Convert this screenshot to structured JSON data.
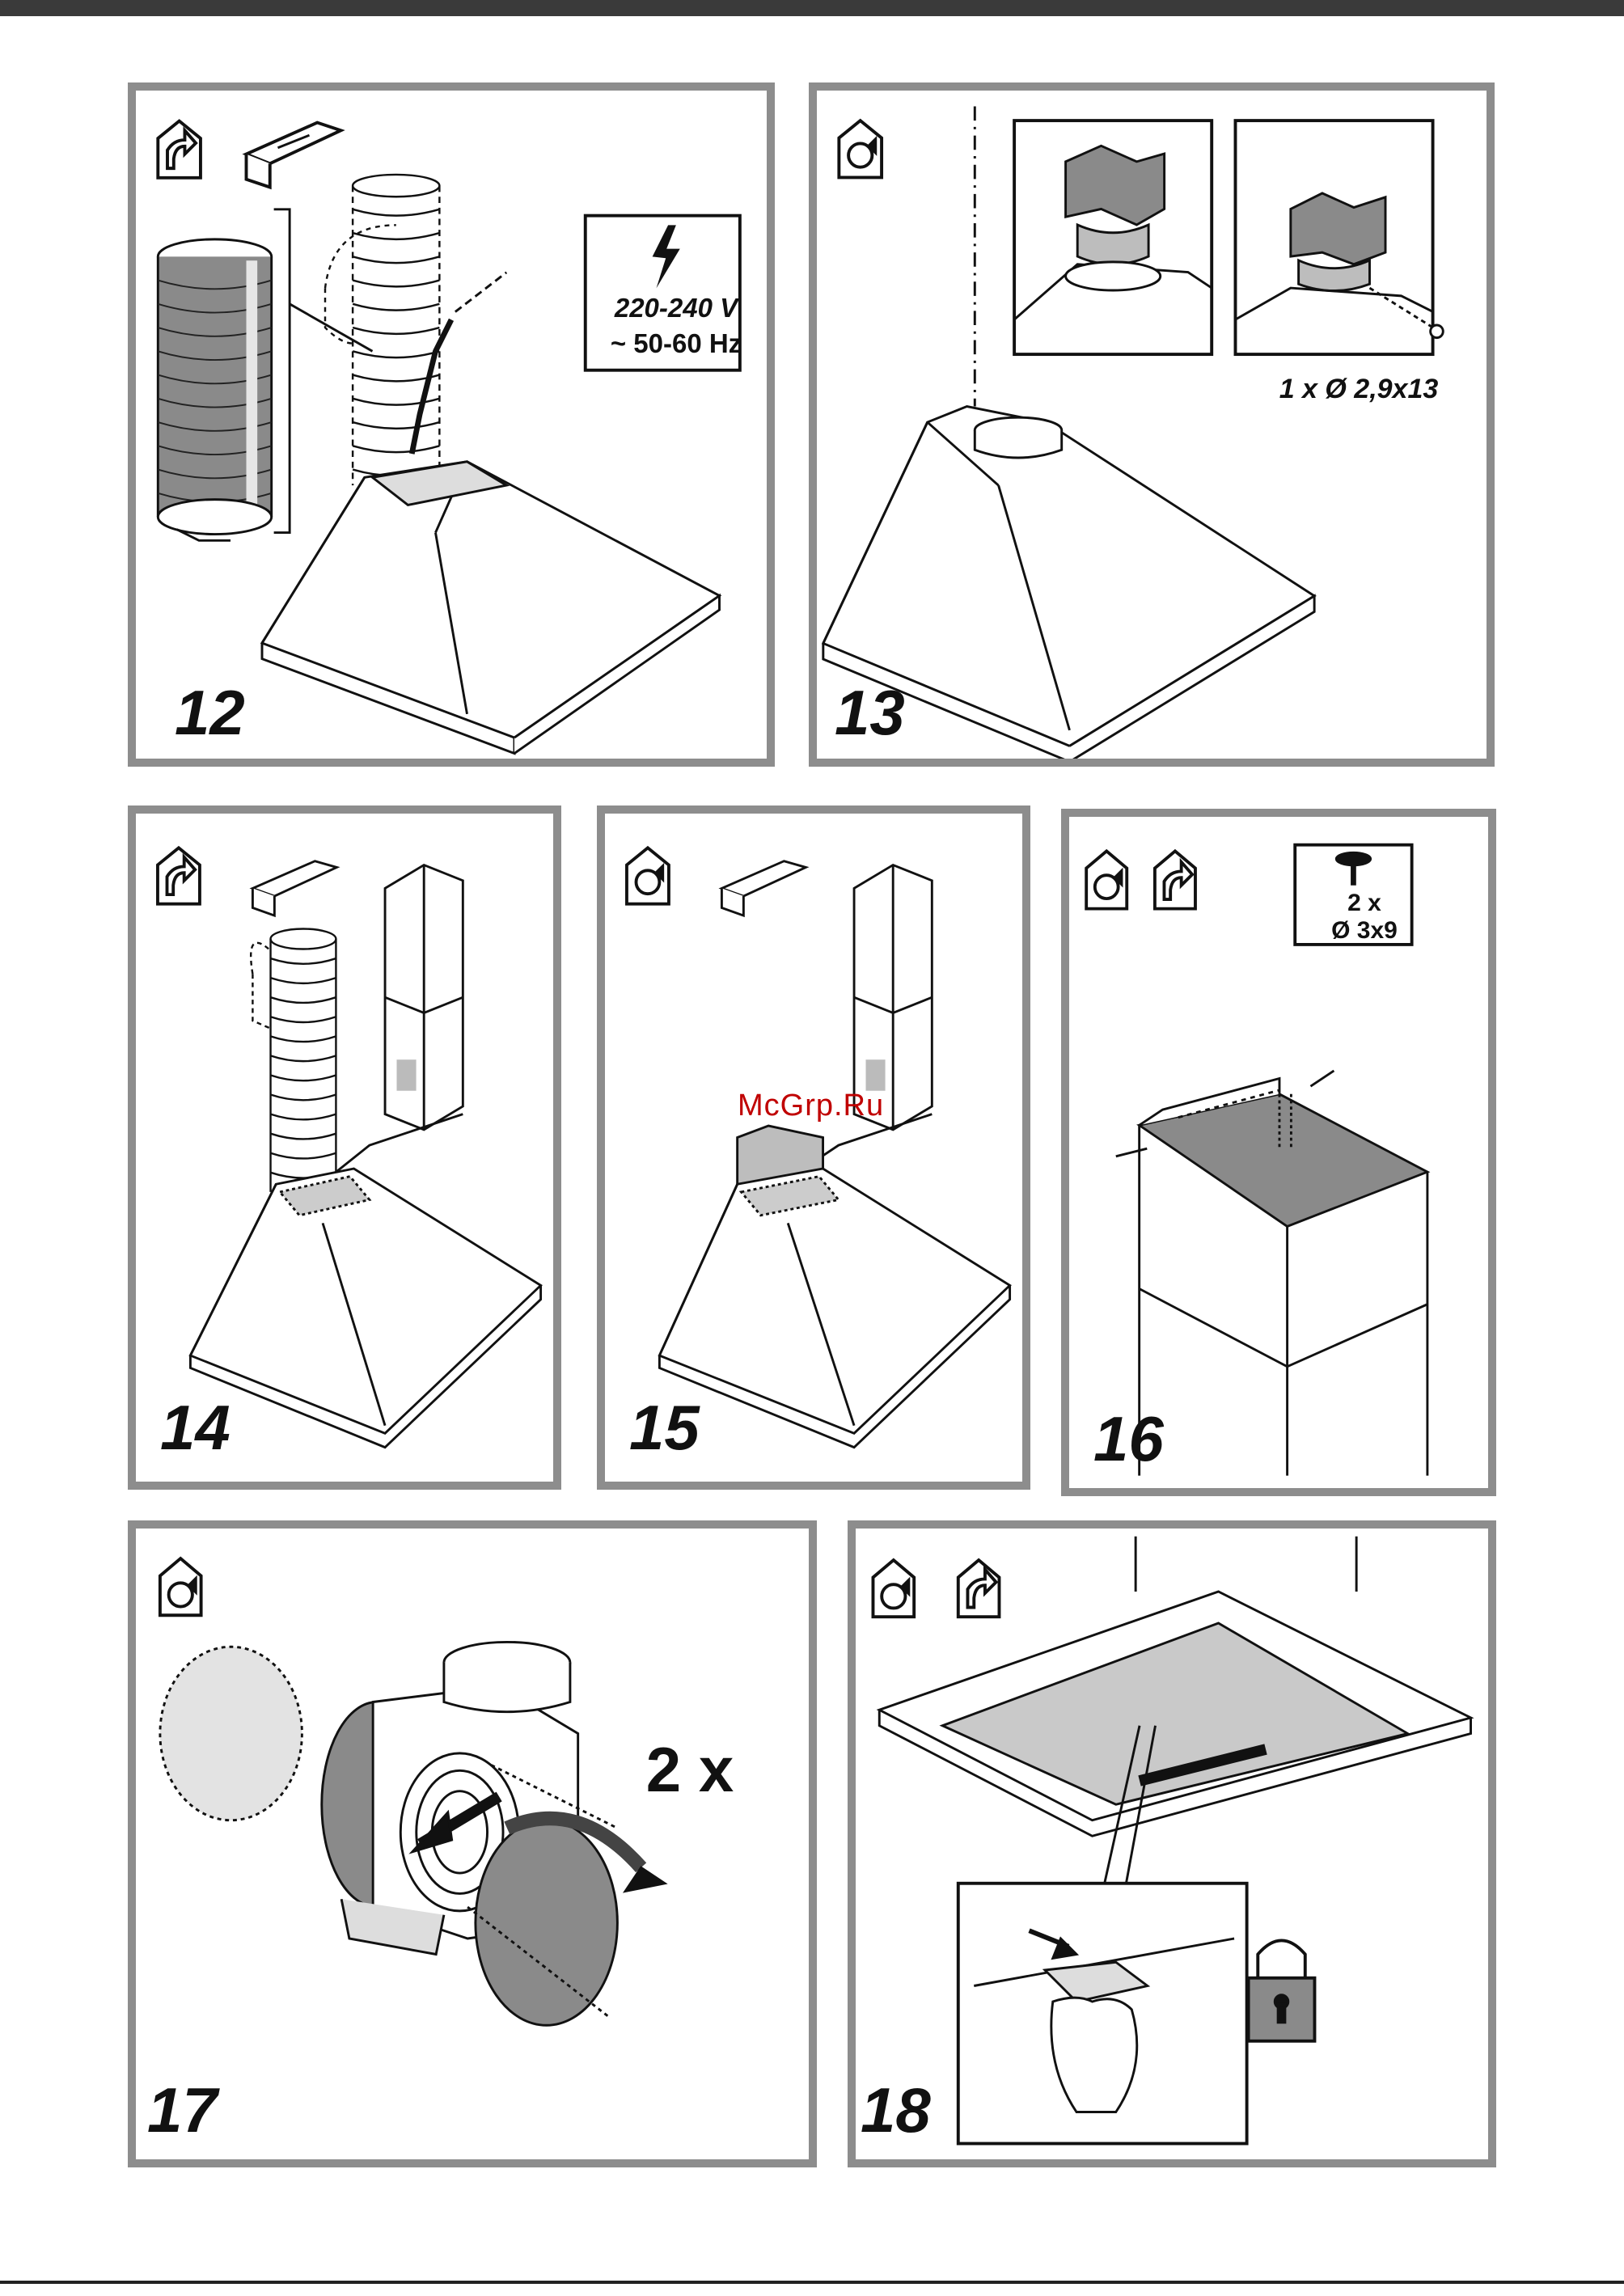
{
  "page": {
    "watermark": "McGrp.Ru"
  },
  "steps": [
    {
      "number": "12",
      "voltage": "220-240 V",
      "frequency": "~ 50-60 Hz"
    },
    {
      "number": "13",
      "screw_spec": "1 x Ø 2,9x13"
    },
    {
      "number": "14"
    },
    {
      "number": "15"
    },
    {
      "number": "16",
      "screw_count": "2 x",
      "screw_size": "Ø 3x9"
    },
    {
      "number": "17",
      "quantity": "2 x"
    },
    {
      "number": "18"
    }
  ],
  "icons": {
    "ducted_mode": "ducted-exhaust-house-icon",
    "recirculation_mode": "recirculation-house-icon",
    "electric": "lightning-bolt-icon",
    "screw": "screw-icon",
    "lock": "padlock-icon"
  },
  "colors": {
    "frame": "#8d8d8d",
    "line": "#111111",
    "shade": "#9a9a9a",
    "watermark": "#c00000"
  }
}
